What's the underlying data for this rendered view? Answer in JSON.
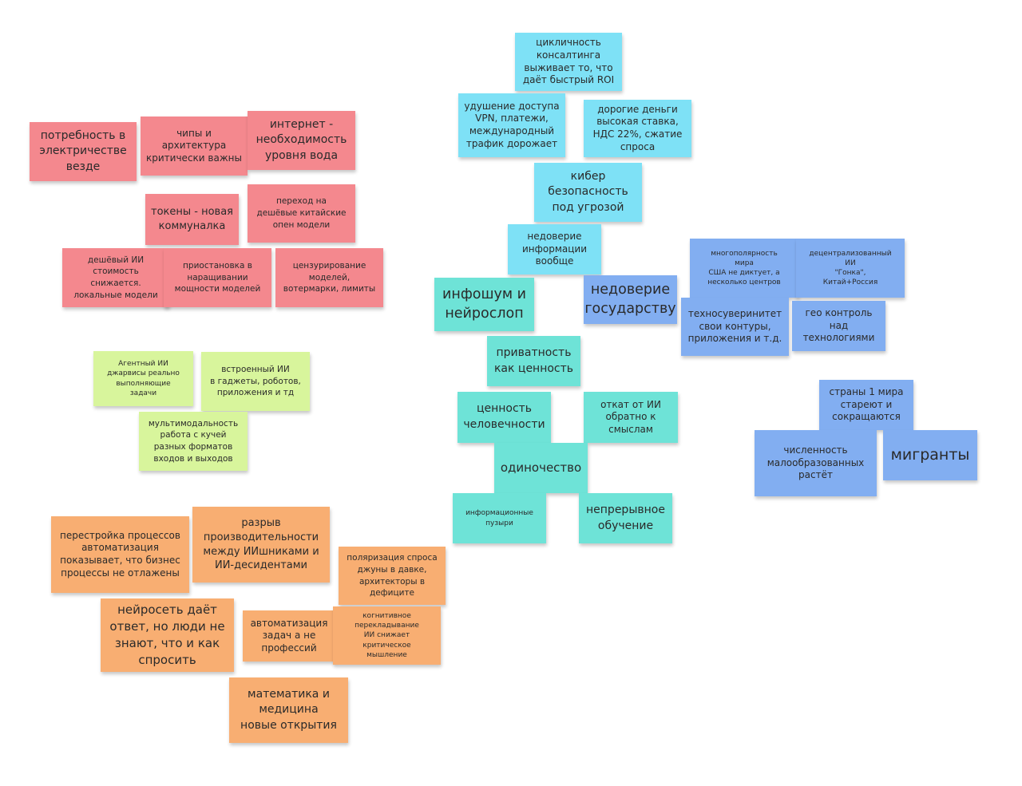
{
  "notes": {
    "red": [
      "потребность в\nэлектричестве\nвезде",
      "чипы и\nархитектура\nкритически важны",
      "интернет -\nнеобходимость\nуровня вода",
      "токены - новая\nкоммуналка",
      "переход на\nдешёвые китайские\nопен модели",
      "дешёвый ИИ\nстоимость снижается.\nлокальные модели",
      "приостановка в\nнаращивании\nмощности моделей",
      "цензурирование\nмоделей,\nвотермарки, лимиты"
    ],
    "cyan": [
      "цикличность\nконсалтинга\nвыживает то, что\nдаёт быстрый ROI",
      "удушение доступа\nVPN, платежи,\nмеждународный\nтрафик дорожает",
      "дорогие деньги\nвысокая ставка,\nНДС 22%, сжатие\nспроса",
      "кибер\nбезопасность\nпод угрозой",
      "недоверие\nинформации\nвообще"
    ],
    "blue": [
      "недоверие\nгосударству",
      "многополярность\nмира\nСША не диктует, а\nнесколько центров",
      "децентрализованный\nИИ\n\"Гонка\",\nКитай+Россия",
      "техносуверинитет\nсвои контуры,\nприложения и т.д.",
      "гео контроль\nнад\nтехнологиями",
      "страны 1 мира\nстареют и\nсокращаются",
      "численность\nмалообразованных\nрастёт",
      "мигранты"
    ],
    "teal": [
      "инфошум и\nнейрослоп",
      "приватность\nкак ценность",
      "ценность\nчеловечности",
      "откат от ИИ\nобратно к\nсмыслам",
      "одиночество",
      "информационные\nпузыри",
      "непрерывное\nобучение"
    ],
    "green": [
      "Агентный ИИ\nджарвисы реально\nвыполняющие\nзадачи",
      "встроенный ИИ\nв гаджеты, роботов,\nприложения и тд",
      "мультимодальность\nработа с кучей\nразных форматов\nвходов и выходов"
    ],
    "orange": [
      "перестройка процессов\nавтоматизация\nпоказывает, что бизнес\nпроцессы не отлажены",
      "разрыв\nпроизводительности\nмежду ИИшниками и\nИИ-десидентами",
      "поляризация спроса\nджуны в давке,\nархитекторы в\nдефиците",
      "нейросеть даёт\nответ, но люди не\nзнают, что и как\nспросить",
      "автоматизация\nзадач а не\nпрофессий",
      "когнитивное\nперекладывание\nИИ снижает\nкритическое\nмышление",
      "математика и\nмедицина\nновые открытия"
    ]
  },
  "colors": {
    "red": "#f4888e",
    "cyan": "#7ee1f6",
    "blue": "#82aef1",
    "teal": "#6ee3d7",
    "green": "#d8f59c",
    "orange": "#f8ae72"
  }
}
